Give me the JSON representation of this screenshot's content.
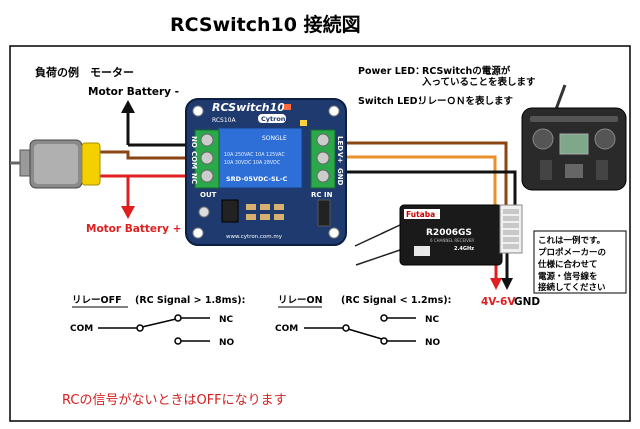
{
  "title": "RCSwitch10 接続図",
  "load_example": "負荷の例　モーター",
  "motor_battery_neg": "Motor Battery -",
  "motor_battery_pos": "Motor Battery +",
  "power_led_label": "Power LED：",
  "power_led_desc_1": "RCSwitchの電源が",
  "power_led_desc_2": "入っていることを表します",
  "switch_led_label": "Switch LED：",
  "switch_led_desc": "リレーＯＮを表します",
  "board": {
    "name": "RCSwitch10",
    "model": "RCS10A",
    "brand": "Cytron",
    "url": "www.cytron.com.my",
    "relay_brand": "SONGLE",
    "relay_part": "SRD-05VDC-SL-C",
    "relay_specs": [
      "10A 250VAC  10A 125VAC",
      "10A 30VDC  10A 28VDC"
    ],
    "left_pins": [
      "NO",
      "COM",
      "NC"
    ],
    "right_pins": [
      "LED",
      "V+",
      "GND"
    ],
    "out_label": "OUT",
    "rcin_label": "RC IN"
  },
  "receiver": {
    "brand": "Futaba",
    "model": "R2006GS",
    "sub": "6 CHANNEL RECEIVER",
    "band": "2.4GHz"
  },
  "note_lines": [
    "これは一例です。",
    "プロポメーカーの",
    "仕様に合わせて",
    "電源・信号線を",
    "接続してください"
  ],
  "voltage_label": "4V-6V",
  "gnd_label": "GND",
  "relay_off": {
    "title": "リレーOFF",
    "condition": "(RC Signal > 1.8ms):",
    "com": "COM",
    "nc": "NC",
    "no": "NO"
  },
  "relay_on": {
    "title": "リレーON",
    "condition": "(RC Signal < 1.2ms):",
    "com": "COM",
    "nc": "NC",
    "no": "NO"
  },
  "footer_note": "RCの信号がないときはOFFになります",
  "colors": {
    "wire_red": "#e02020",
    "wire_brown": "#8b4513",
    "wire_black": "#111111",
    "wire_orange": "#e8902a",
    "board_blue": "#1e3a6e",
    "footer_red": "#d42020"
  }
}
